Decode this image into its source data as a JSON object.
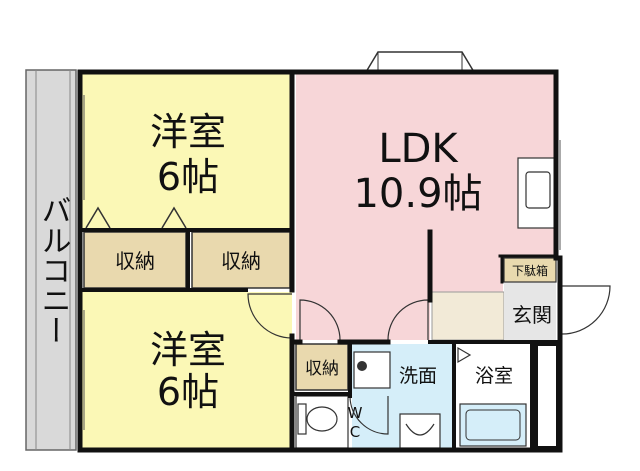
{
  "rooms": {
    "western_room_top": {
      "name": "洋室",
      "size": "6帖"
    },
    "western_room_bottom": {
      "name": "洋室",
      "size": "6帖"
    },
    "ldk": {
      "name": "LDK",
      "size": "10.9帖"
    }
  },
  "storage": {
    "closet_left": "収納",
    "closet_right": "収納",
    "closet_small": "収納"
  },
  "balcony": "バルコニー",
  "entrance": "玄関",
  "shoe_box": "下駄箱",
  "washroom": "洗面",
  "bathroom": "浴室",
  "toilet": {
    "line1": "W",
    "line2": "C"
  },
  "colors": {
    "western_room_fill": "#fbf8b6",
    "ldk_fill": "#f7d6d8",
    "closet_fill": "#e9d9ae",
    "entrance_fill": "#f2ead7",
    "wet_area_fill": "#d5eef9",
    "balcony_fill": "#d9d9d9",
    "wall": "#111111"
  }
}
